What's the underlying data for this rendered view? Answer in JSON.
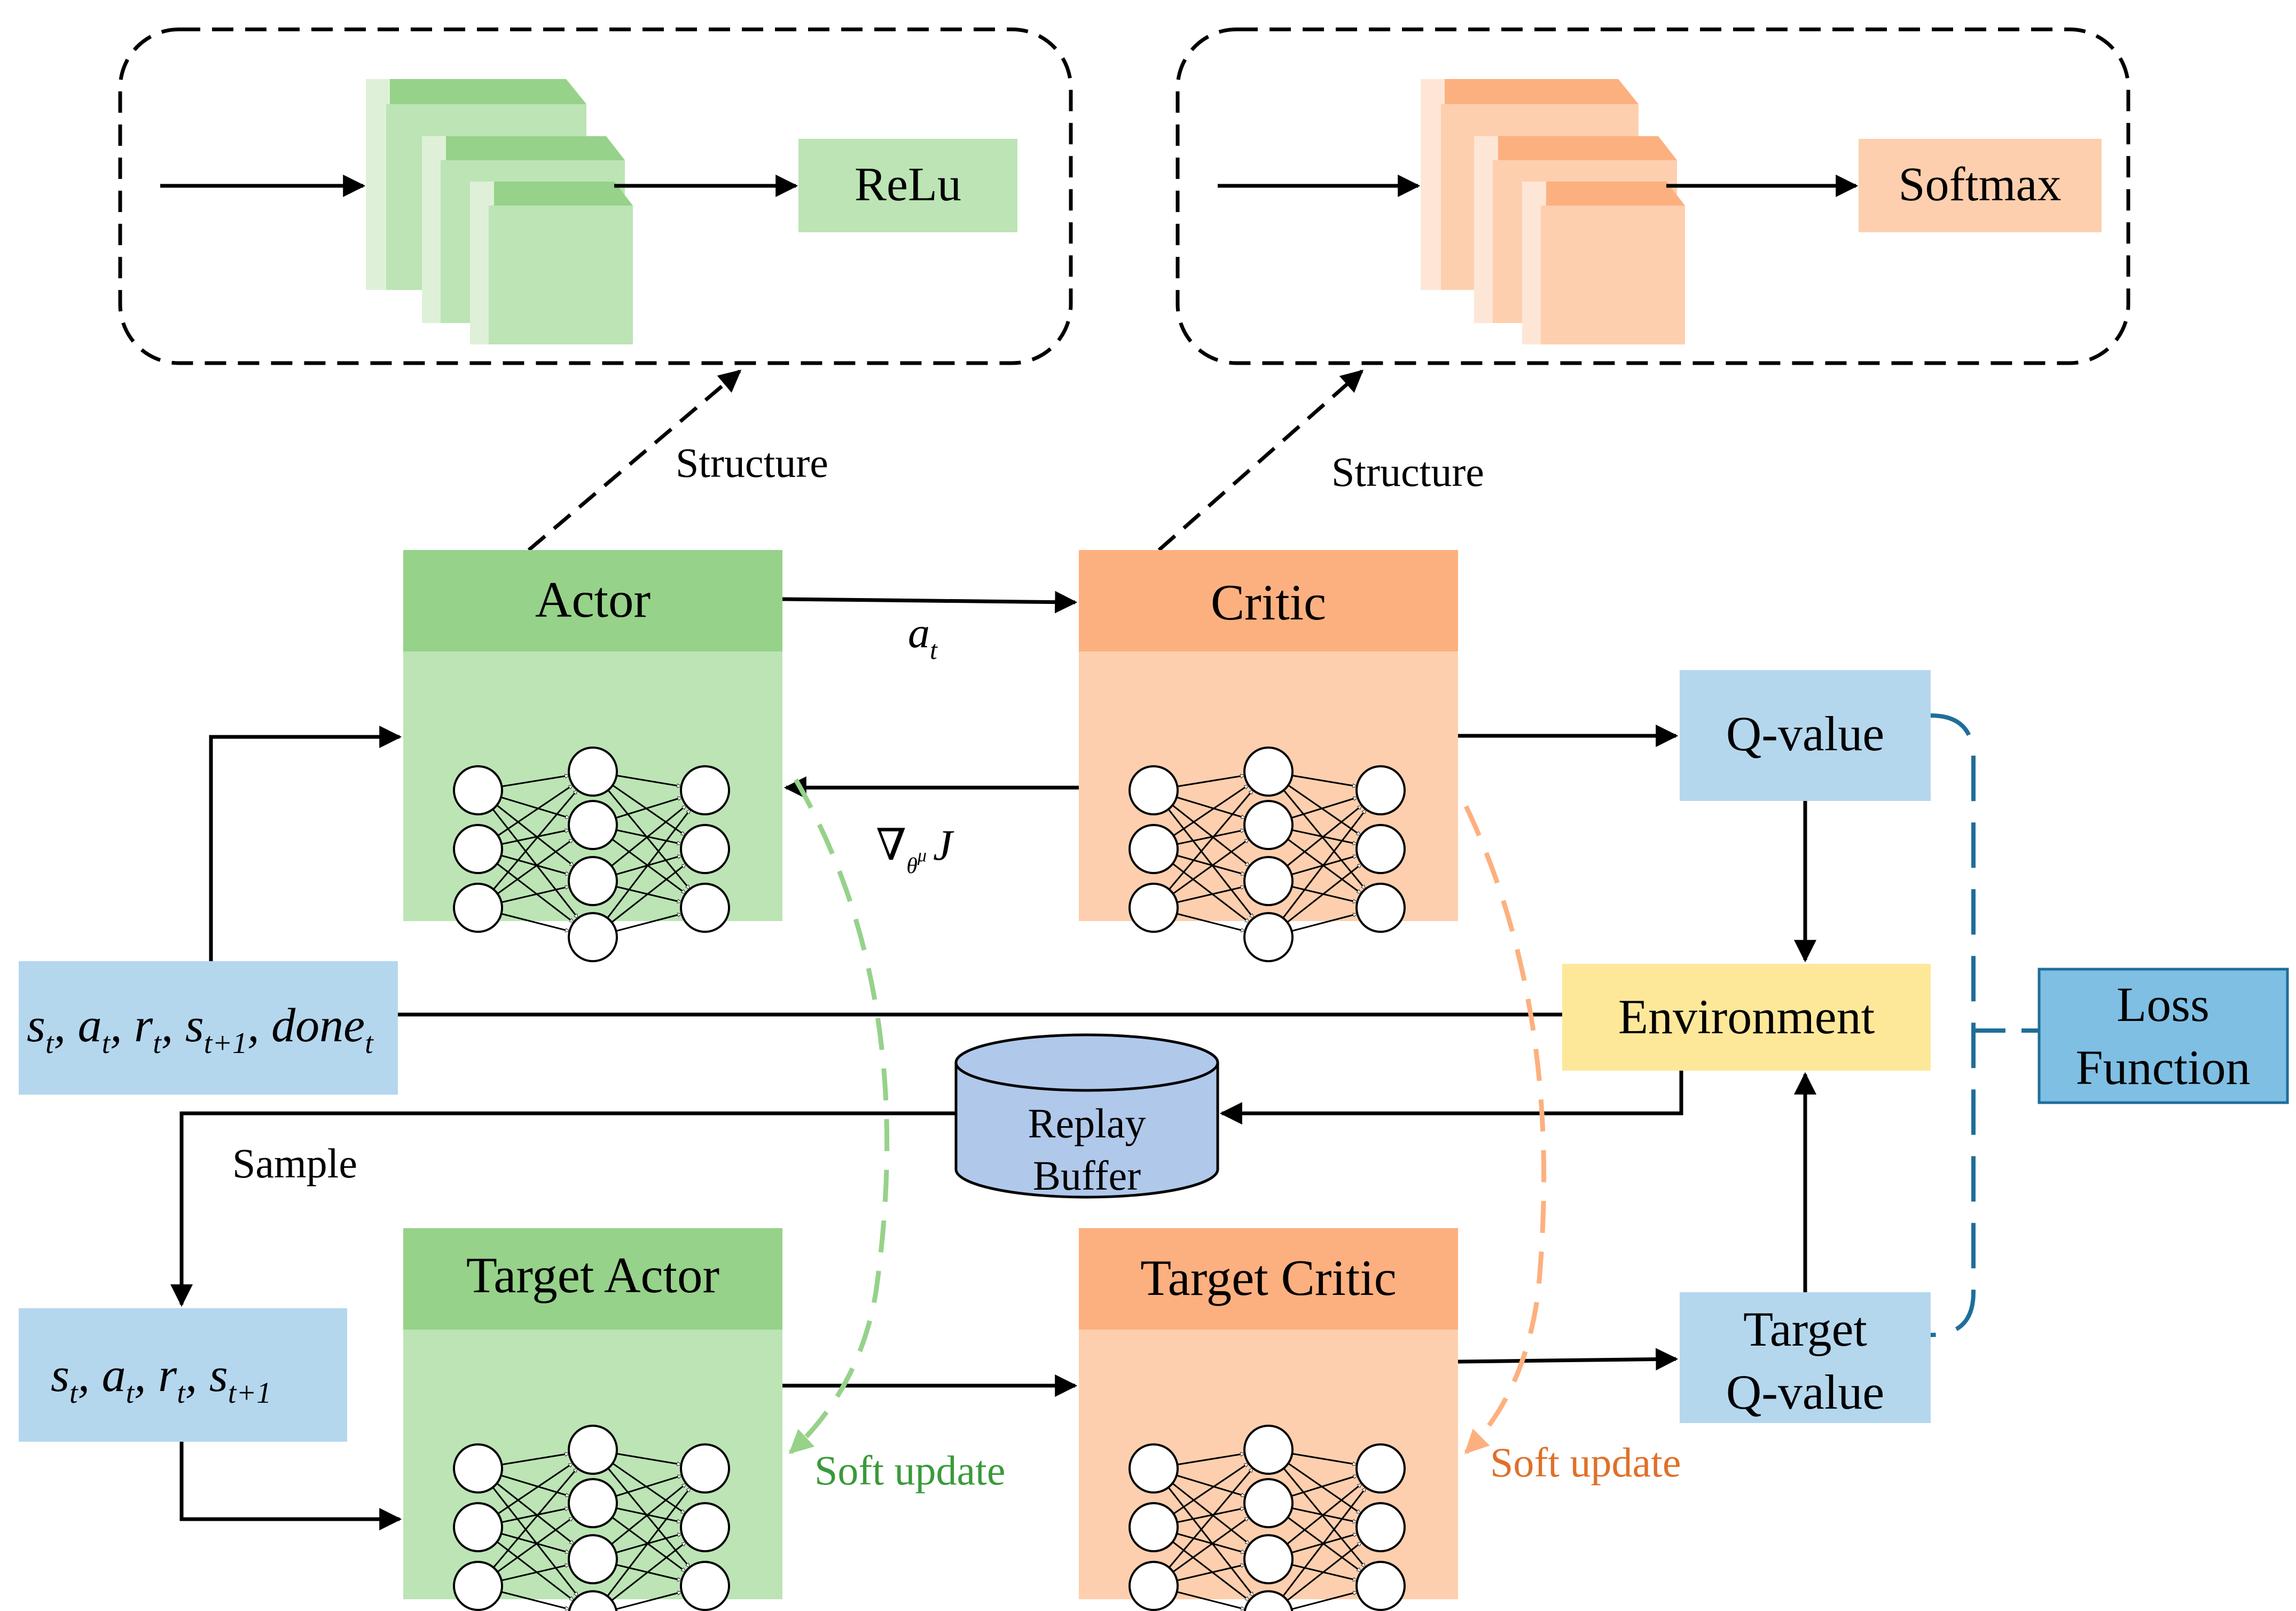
{
  "structure_actor": {
    "activation": "ReLu",
    "caption": "Structure"
  },
  "structure_critic": {
    "activation": "Softmax",
    "caption": "Structure"
  },
  "actor": {
    "title": "Actor"
  },
  "critic": {
    "title": "Critic"
  },
  "target_actor": {
    "title": "Target Actor"
  },
  "target_critic": {
    "title": "Target Critic"
  },
  "q_value": {
    "label": "Q-value"
  },
  "target_q_value": {
    "line1": "Target",
    "line2": "Q-value"
  },
  "environment": {
    "label": "Environment"
  },
  "loss_function": {
    "line1": "Loss",
    "line2": "Function"
  },
  "replay_buffer": {
    "line1": "Replay",
    "line2": "Buffer"
  },
  "transition_full": {
    "s": "s",
    "a": "a",
    "r": "r",
    "done": "done",
    "sub_t": "t",
    "sub_t1": "t+1"
  },
  "transition_short": {
    "s": "s",
    "a": "a",
    "r": "r",
    "sub_t": "t",
    "sub_t1": "t+1"
  },
  "edges": {
    "action": {
      "main": "a",
      "sub": "t"
    },
    "gradient": {
      "nabla": "∇",
      "sub": "θ",
      "sup": "μ",
      "J": "J"
    },
    "sample": "Sample",
    "soft_update_actor": "Soft update",
    "soft_update_critic": "Soft update"
  },
  "colors": {
    "green_header": "#96d28a",
    "green_body": "#bce4b5",
    "green_pale": "#dff0d8",
    "orange_header": "#fdb07f",
    "orange_body": "#fdcfae",
    "orange_pale": "#fee6d6",
    "blue_box": "#b4d7ee",
    "env_yellow": "#fde89a",
    "loss_blue": "#7fbfe4",
    "cylinder_blue": "#b0c8ea",
    "soft_green_text": "#3a9a3a",
    "soft_orange_text": "#e0702a",
    "loss_line": "#1f6e9a"
  }
}
